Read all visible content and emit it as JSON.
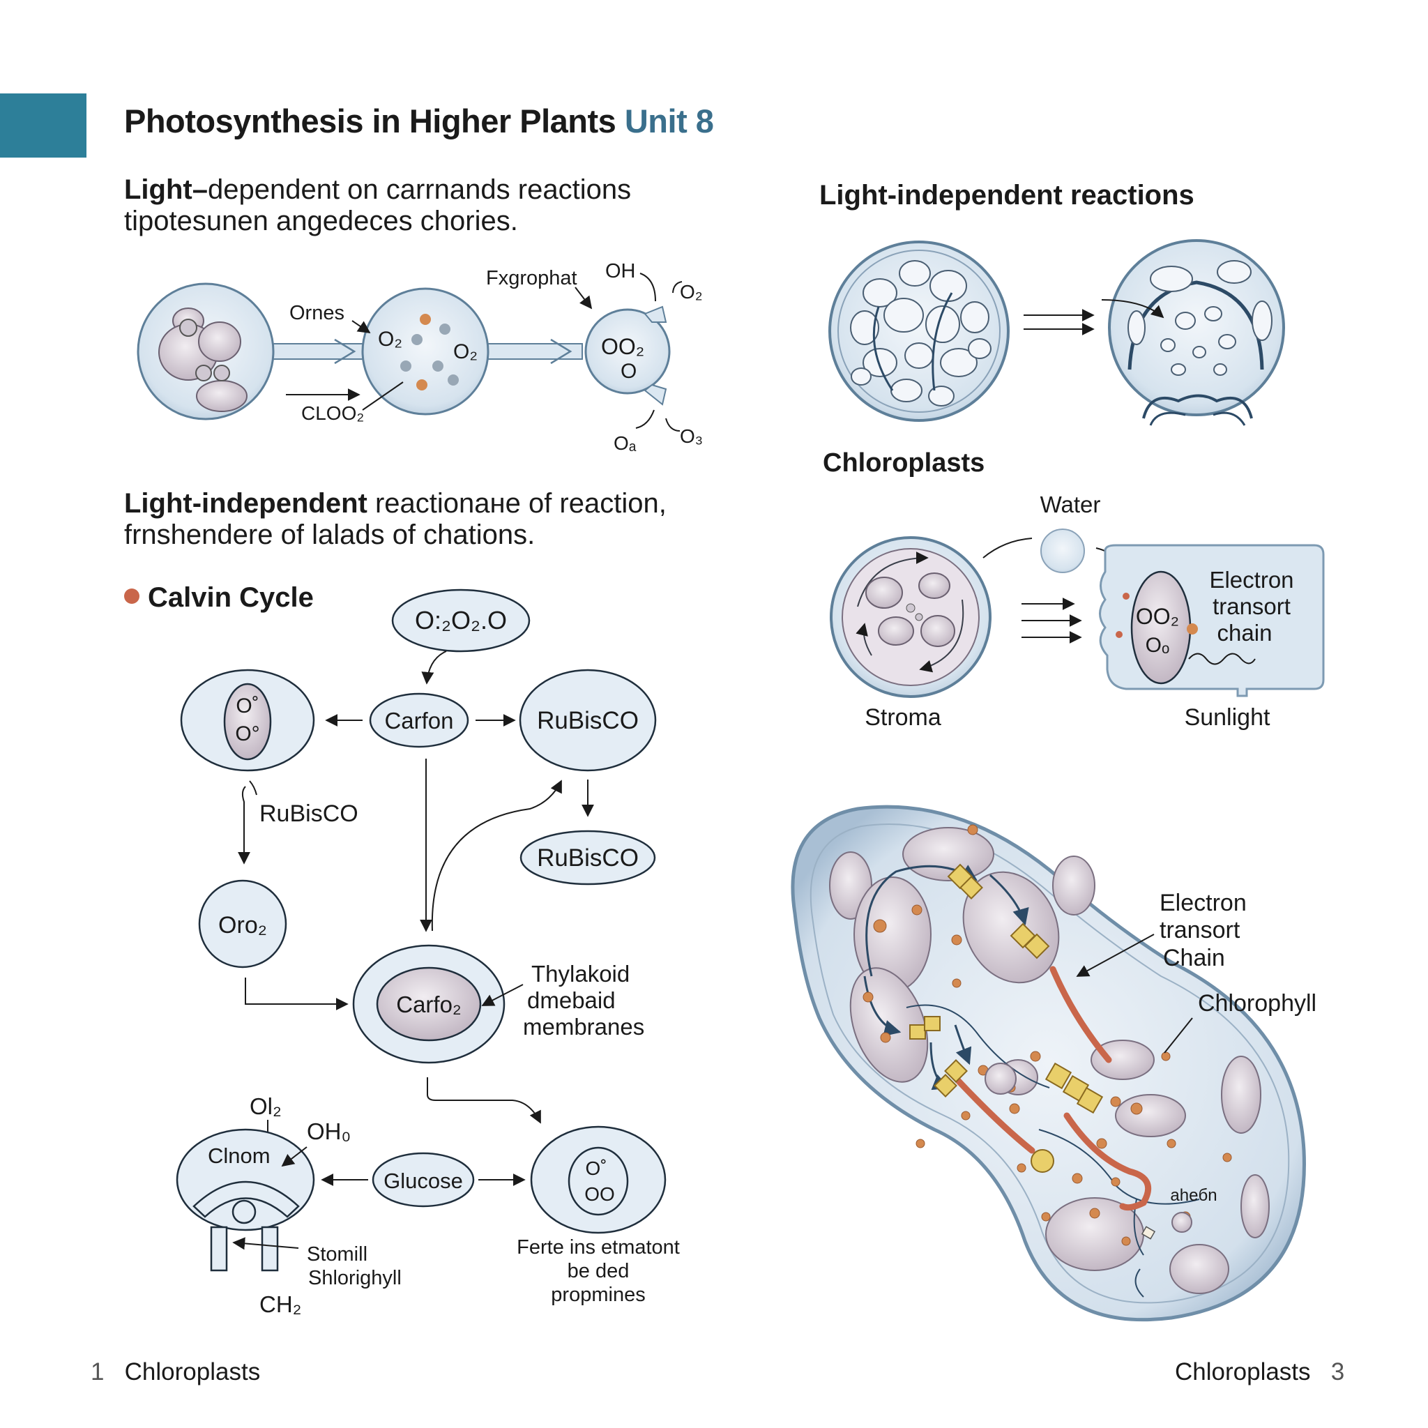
{
  "header": {
    "title": "Photosynthesis in Higher Plants",
    "unit": "Unit 8"
  },
  "left": {
    "section1": {
      "bold": "Light–",
      "rest": "dependent on carrnands reactions",
      "line2": "tipotesunen angedeces chories."
    },
    "top_diagram": {
      "orgnes": "Ornes",
      "clo2": "CLOO₂",
      "fxgrophat": "Fxgrophat",
      "oh": "OH",
      "o2_a": "O₂",
      "o2_b": "O₂",
      "o2_right": "O₂",
      "oo2": "OO₂",
      "o": "O",
      "o_bottom": "Oₐ",
      "o3": "O₃"
    },
    "section2": {
      "bold": "Light-independent",
      "rest": " reactionaне of reaction,",
      "line2": "frnshendere of lalads of chations."
    },
    "calvin_title": "Calvin Cycle",
    "calvin": {
      "top_node": "O:₂O₂.O",
      "left_node_l1": "O˚",
      "left_node_l2": "O°",
      "carfon": "Carfon",
      "rubisco_node": "RuBisCO",
      "rubisco_label": "RuBisCO",
      "rubisco_pill": "RuBisCO",
      "oro2": "Oro₂",
      "carfo2": "Carfo₂",
      "thylakoid_l1": "Thylakoid",
      "thylakoid_l2": "dmebaid",
      "thylakoid_l3": "membranes",
      "ol2": "Ol₂",
      "oh0": "OH₀",
      "clnom": "Clnom",
      "glucose": "Glucose",
      "right_node_l1": "O˚",
      "right_node_l2": "OO",
      "stomill": "Stomill",
      "shlorighyll": "Shlorighyll",
      "ch2": "CH₂",
      "ferte_l1": "Ferte ins etmatont",
      "ferte_l2": "be ded",
      "ferte_l3": "propmines"
    }
  },
  "right": {
    "heading": "Light-independent reactions",
    "chloroplasts": "Chloroplasts",
    "water": "Water",
    "etc_l1": "Electron",
    "etc_l2": "transort",
    "etc_l3": "chain",
    "oo2": "OO₂",
    "o": "Oₒ",
    "stroma": "Stroma",
    "sunlight": "Sunlight",
    "big_etc_l1": "Electron",
    "big_etc_l2": "transort",
    "big_etc_l3": "Chain",
    "chlorophyll": "Chlorophyll",
    "ahabn": "aheбn"
  },
  "footer": {
    "left_num": "1",
    "left_label": "Chloroplasts",
    "right_label": "Chloroplasts",
    "right_num": "3"
  },
  "colors": {
    "accent": "#2d7f99",
    "cell_fill": "#dbe7f1",
    "cell_stroke": "#5e7f99",
    "organelle": "#d6ccd6",
    "dot_orange": "#d4894f",
    "yellow": "#e9cf6a",
    "red_line": "#c9664a"
  }
}
